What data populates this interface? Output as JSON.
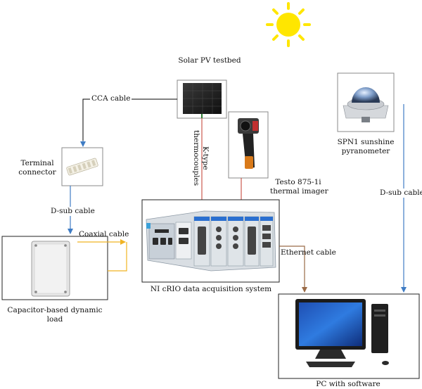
{
  "labels": {
    "solar_pv": "Solar PV testbed",
    "cca_cable": "CCA cable",
    "k_type_line1": "K-type",
    "k_type_line2": "thermocouples",
    "terminal_line1": "Terminal",
    "terminal_line2": "connector",
    "dsub_left": "D-sub cable",
    "coaxial": "Coaxial cable",
    "testo_line1": "Testo 875-1i",
    "testo_line2": "thermal imager",
    "spn1_line1": "SPN1 sunshine",
    "spn1_line2": "pyranometer",
    "dsub_right": "D-sub cable",
    "ethernet": "Ethernet cable",
    "ni_crio": "NI cRIO data acquisition system",
    "capacitor_line1": "Capacitor-based dynamic",
    "capacitor_line2": "load",
    "pc": "PC with software"
  },
  "colors": {
    "sun": "#ffe600",
    "cca_line": "#000000",
    "blue_arrow": "#3f7cc4",
    "orange_arrow": "#f0b323",
    "brown_arrow": "#9a6b47",
    "red_line": "#c0392b"
  }
}
